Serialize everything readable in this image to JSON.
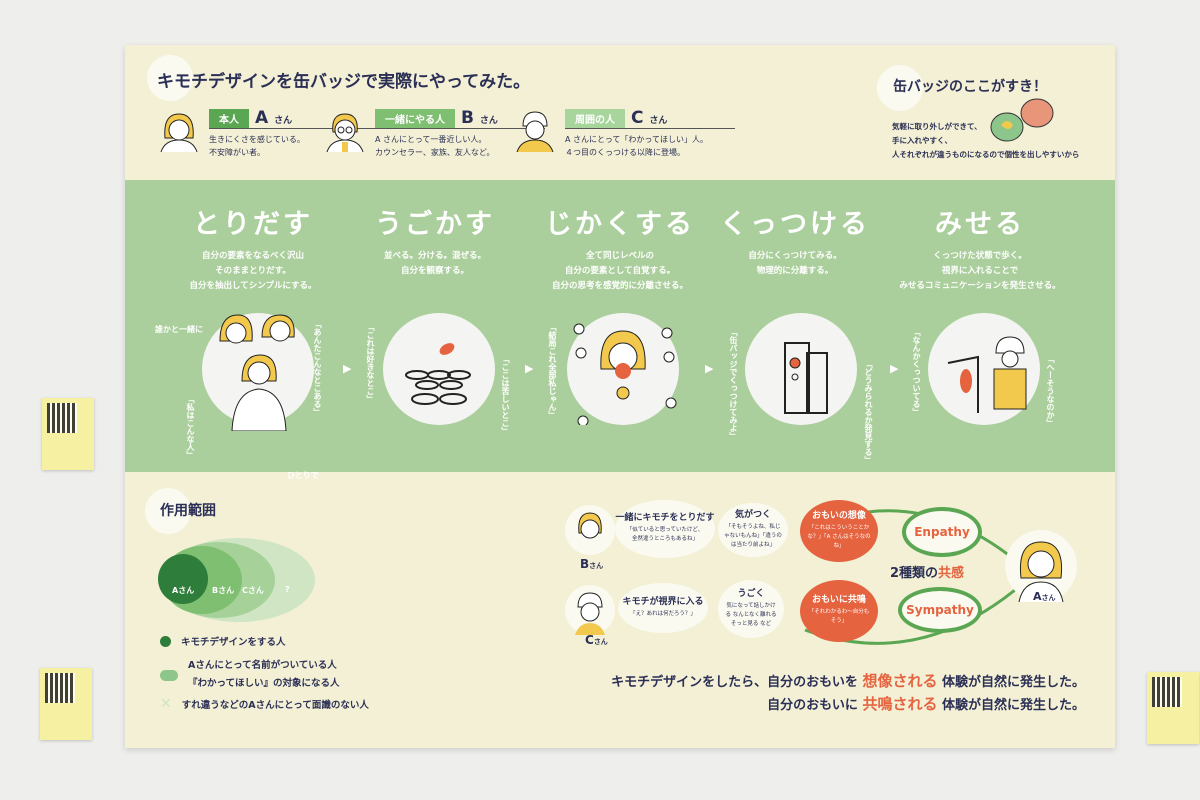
{
  "header": {
    "title": "キモチデザインを缶バッジで実際にやってみた。"
  },
  "people": [
    {
      "role": "本人",
      "name": "A",
      "suffix": "さん",
      "desc": [
        "生きにくさを感じている。",
        "不安障がい者。"
      ],
      "color": "#5aa652"
    },
    {
      "role": "一緒にやる人",
      "name": "B",
      "suffix": "さん",
      "desc": [
        "A さんにとって一番近しい人。",
        "カウンセラー、家族、友人など。"
      ],
      "color": "#7fbf72"
    },
    {
      "role": "周囲の人",
      "name": "C",
      "suffix": "さん",
      "desc": [
        "A さんにとって「わかってほしい」人。",
        "４つ目のくっつける以降に登場。"
      ],
      "color": "#a8d59c"
    }
  ],
  "likes": {
    "title": "缶バッジのここがすき！",
    "lines": [
      "気軽に取り外しができて、",
      "手に入れやすく、",
      "人それぞれが違うものになるので個性を出しやすいから"
    ]
  },
  "steps": [
    {
      "title": "とりだす",
      "desc": [
        "自分の要素をなるべく沢山",
        "そのままとりだす。",
        "自分を抽出してシンプルにする。"
      ]
    },
    {
      "title": "うごかす",
      "desc": [
        "並べる。分ける。混ぜる。",
        "自分を観察する。"
      ]
    },
    {
      "title": "じかくする",
      "desc": [
        "全て同じレベルの",
        "自分の要素として自覚する。",
        "自分の思考を感覚的に分離させる。"
      ]
    },
    {
      "title": "くっつける",
      "desc": [
        "自分にくっつけてみる。",
        "物理的に分離する。"
      ]
    },
    {
      "title": "みせる",
      "desc": [
        "くっつけた状態で歩く。",
        "視界に入れることで",
        "みせるコミュニケーションを発生させる。"
      ]
    }
  ],
  "quotes": {
    "together": "誰かと一緒に",
    "alone": "ひとりで",
    "q1": "「あんたこんなとこある」",
    "q2": "「私はこんな人」",
    "q3": "「これは好きなとこ」",
    "q4": "「ここは苦しいとこ」",
    "q5": "「結局これ全部私じゃん」",
    "q6": "「缶バッジでくっつけてみよ」",
    "q7": "「どうみられるか発見する」",
    "q8": "「なんかくっついてる」",
    "q9": "「へーそうなのか」"
  },
  "scope": {
    "title": "作用範囲",
    "labels": [
      "Aさん",
      "Bさん",
      "Cさん",
      "?"
    ],
    "legend": [
      "キモチデザインをする人",
      "Aさんにとって名前がついている人",
      "『わかってほしい』の対象になる人",
      "すれ違うなどのAさんにとって面識のない人"
    ]
  },
  "flow": {
    "b_label": "B",
    "c_label": "C",
    "a_label": "A",
    "suffix": "さん",
    "b1": {
      "title": "一緒にキモチをとりだす",
      "text": "「似ていると思っていたけど、全然違うところもあるね」"
    },
    "b2": {
      "title": "気がつく",
      "text": "「そもそうよね、私じゃないもんね」「違うのは当たり前よね」"
    },
    "c1": {
      "title": "キモチが視界に入る",
      "text": "「え？あれは何だろう？」"
    },
    "c2": {
      "title": "うごく",
      "text": "気になって話しかける なんとなく離れる そっと見る など"
    },
    "o1": {
      "title": "おもいの想像",
      "text": "「これはこういうことかな？」「A さんはそうなのね」"
    },
    "o2": {
      "title": "おもいに共鳴",
      "text": "「それわかるわ〜自分もそう」"
    },
    "empathy": "Enpathy",
    "sympathy": "Sympathy",
    "center_pre": "2種類の",
    "center_hl": "共感"
  },
  "conclusion": {
    "l1_pre": "キモチデザインをしたら、自分のおもいを ",
    "l1_hl": "想像される",
    "l1_post": " 体験が自然に発生した。",
    "l2_pre": "自分のおもいに ",
    "l2_hl": "共鳴される",
    "l2_post": " 体験が自然に発生した。"
  },
  "colors": {
    "poster": "#f3f0d5",
    "band": "#abcf9c",
    "accent": "#e5633f",
    "green": "#5aa652",
    "navy": "#2b2f55"
  }
}
